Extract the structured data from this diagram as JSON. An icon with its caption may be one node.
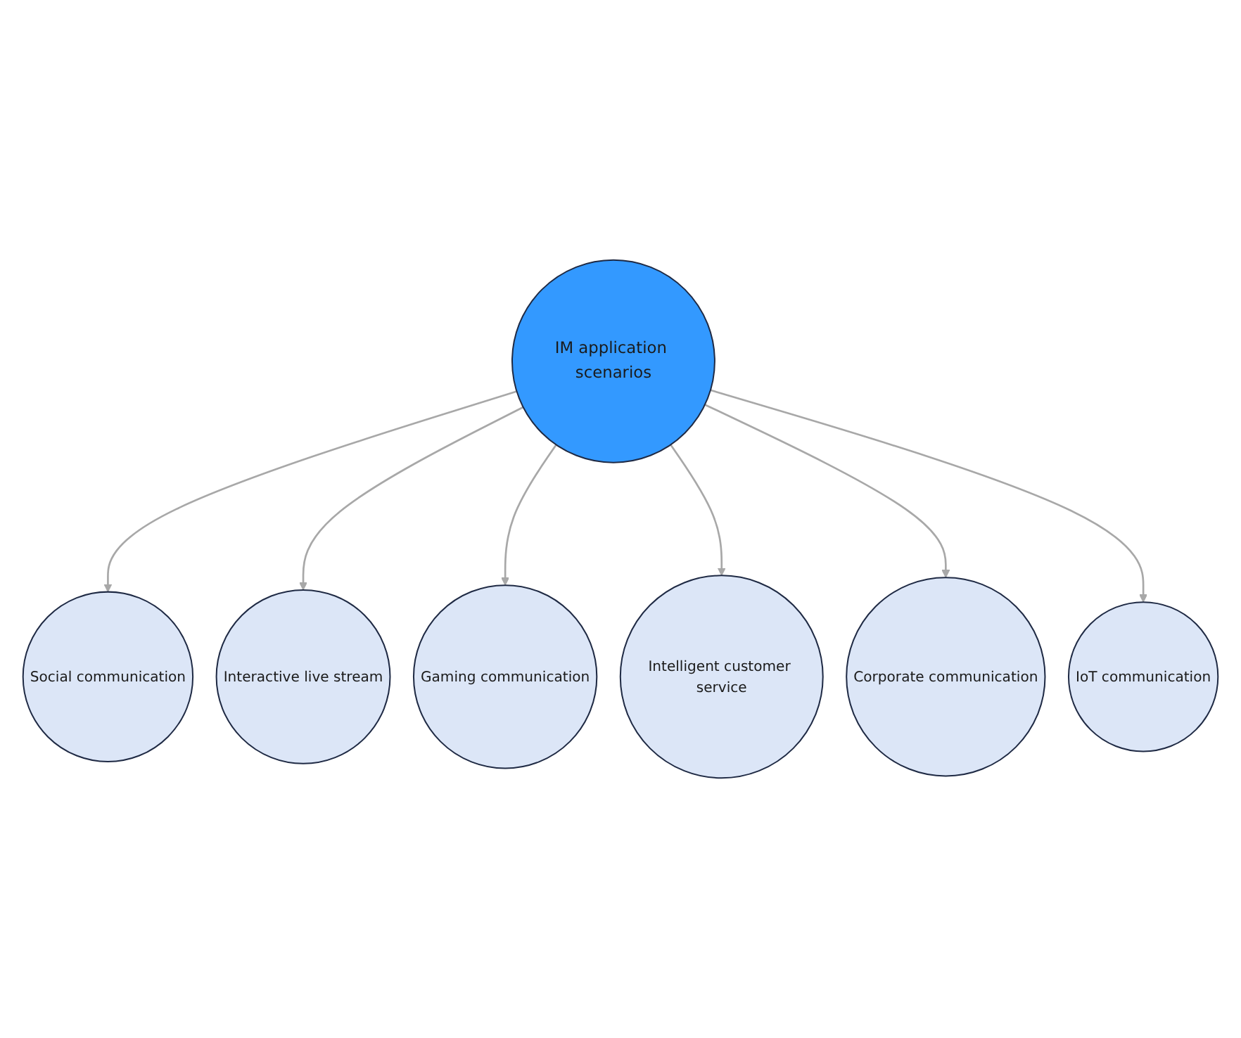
{
  "diagram": {
    "nodes": [
      {
        "text": [
          "IM application scenarios"
        ]
      },
      {
        "text": [
          "Social communication"
        ]
      },
      {
        "text": [
          "Interactive live stream"
        ]
      },
      {
        "text": [
          "Gaming communication"
        ]
      },
      {
        "text": [
          "Intelligent customer service"
        ]
      },
      {
        "text": [
          "Corporate communication"
        ]
      },
      {
        "text": [
          "IoT communication"
        ]
      }
    ],
    "edges": [
      {
        "from": 0,
        "to": 1,
        "arrow": "to"
      },
      {
        "from": 0,
        "to": 2,
        "arrow": "to"
      },
      {
        "from": 0,
        "to": 3,
        "arrow": "to"
      },
      {
        "from": 0,
        "to": 4,
        "arrow": "to"
      },
      {
        "from": 0,
        "to": 5,
        "arrow": "to"
      },
      {
        "from": 0,
        "to": 6,
        "arrow": "to"
      }
    ]
  }
}
